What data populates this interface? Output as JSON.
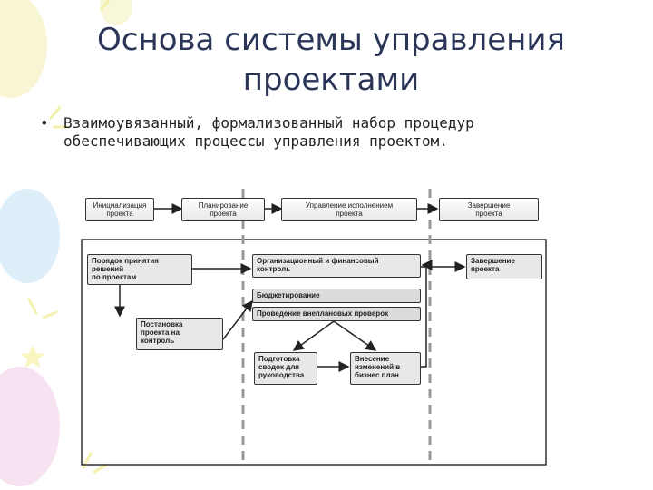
{
  "slide": {
    "title_lines": [
      "Основа системы управления",
      "проектами"
    ],
    "bullet_marker": "•",
    "bullet_lines": [
      "Взаимоувязанный, формализованный набор процедур",
      "обеспечивающих процессы управления проектом."
    ]
  },
  "diagram": {
    "phases": [
      {
        "lines": [
          "Инициализация",
          "проекта"
        ]
      },
      {
        "lines": [
          "Планирование",
          "проекта"
        ]
      },
      {
        "lines": [
          "Управление исполнением",
          "проекта"
        ]
      },
      {
        "lines": [
          "Завершение",
          "проекта"
        ]
      }
    ],
    "processes": {
      "decision_order": [
        "Порядок принятия",
        "решений",
        "по проектам"
      ],
      "control_setup": [
        "Постановка",
        "проекта на",
        "контроль"
      ],
      "org_fin_control": [
        "Организационный и финансовый",
        "контроль"
      ],
      "budgeting": [
        "Бюджетирование"
      ],
      "unscheduled_checks": [
        "Проведение внеплановых проверок"
      ],
      "management_reports": [
        "Подготовка",
        "сводок для",
        "руководства"
      ],
      "plan_changes": [
        "Внесение",
        "изменений в",
        "бизнес план"
      ],
      "project_closure": [
        "Завершение",
        "проекта"
      ]
    }
  }
}
